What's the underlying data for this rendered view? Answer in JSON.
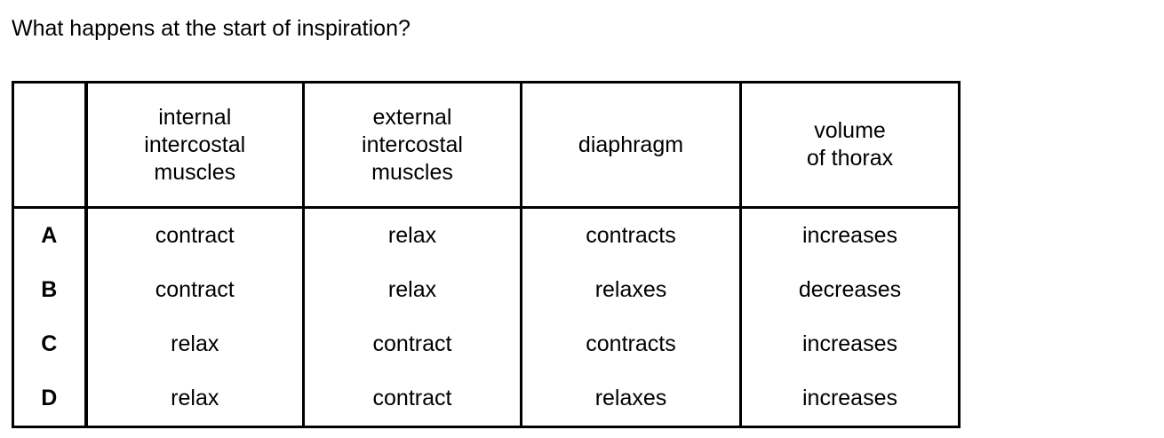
{
  "question": {
    "text": "What happens at the start of inspiration?"
  },
  "table": {
    "columns": [
      {
        "key": "label",
        "header_lines": []
      },
      {
        "key": "internal",
        "header_lines": [
          "internal",
          "intercostal",
          "muscles"
        ]
      },
      {
        "key": "external",
        "header_lines": [
          "external",
          "intercostal",
          "muscles"
        ]
      },
      {
        "key": "diaphragm",
        "header_lines": [
          "diaphragm"
        ]
      },
      {
        "key": "volume",
        "header_lines": [
          "volume",
          "of thorax"
        ]
      }
    ],
    "rows": [
      {
        "label": "A",
        "internal": "contract",
        "external": "relax",
        "diaphragm": "contracts",
        "volume": "increases"
      },
      {
        "label": "B",
        "internal": "contract",
        "external": "relax",
        "diaphragm": "relaxes",
        "volume": "decreases"
      },
      {
        "label": "C",
        "internal": "relax",
        "external": "contract",
        "diaphragm": "contracts",
        "volume": "increases"
      },
      {
        "label": "D",
        "internal": "relax",
        "external": "contract",
        "diaphragm": "relaxes",
        "volume": "increases"
      }
    ]
  },
  "colors": {
    "text": "#000000",
    "background": "#ffffff",
    "border": "#000000"
  }
}
